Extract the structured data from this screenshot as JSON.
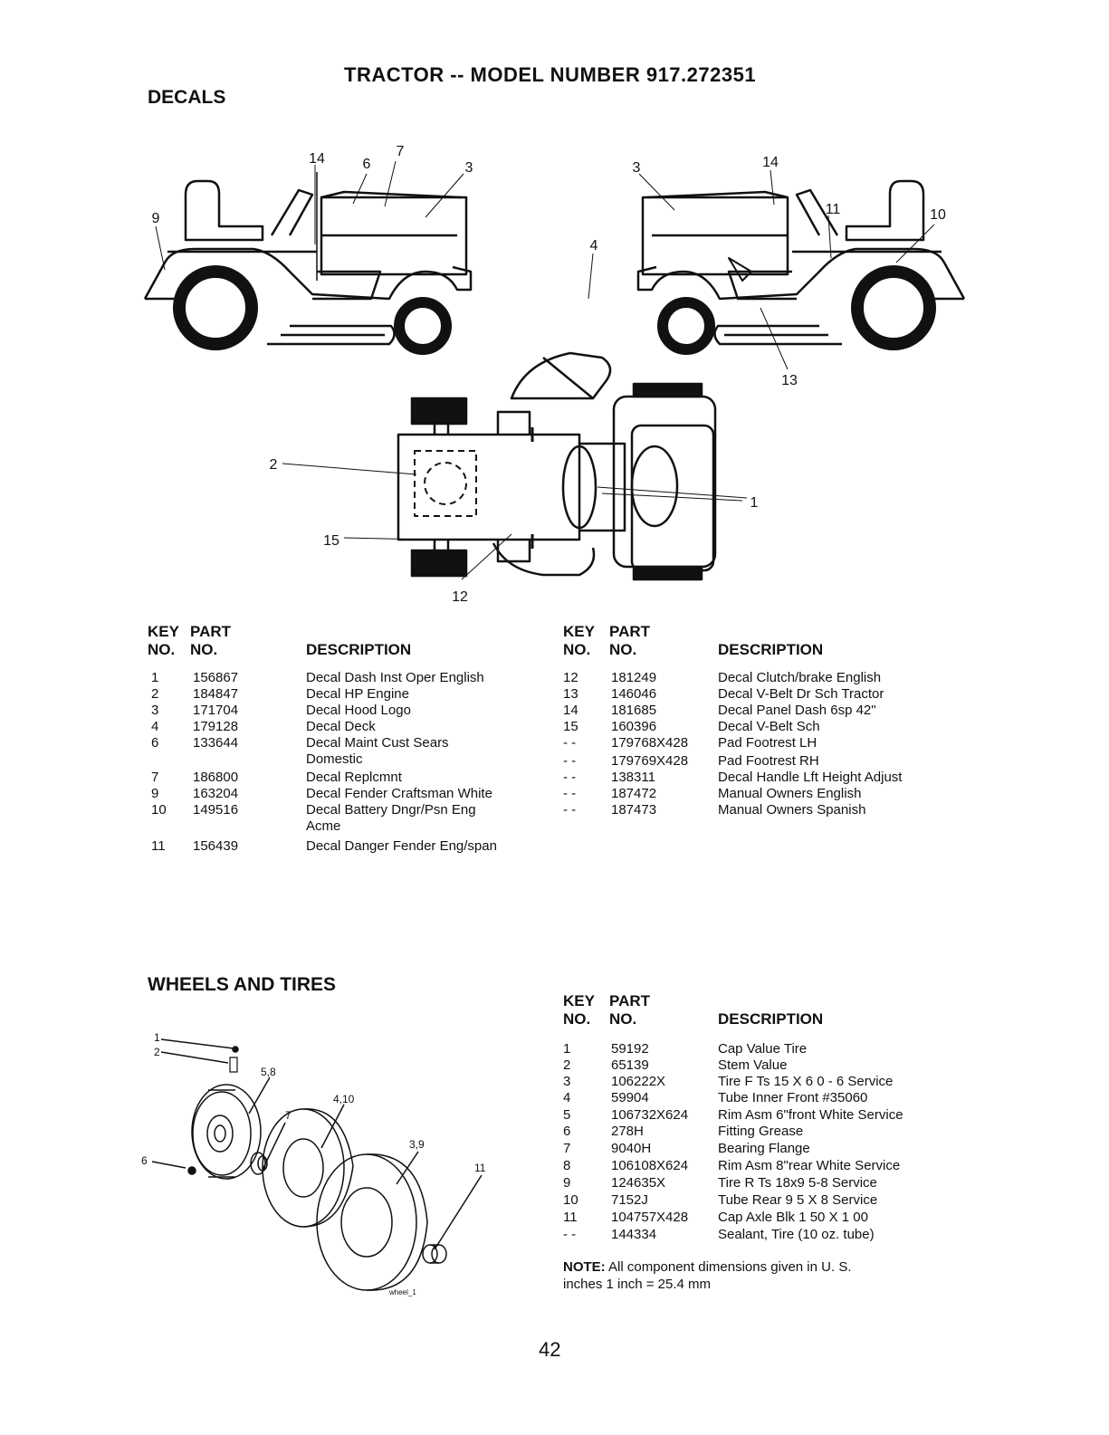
{
  "page": {
    "title": "TRACTOR -- MODEL NUMBER 917.272351",
    "page_number": "42"
  },
  "decals": {
    "section_title": "DECALS",
    "callouts": [
      "14",
      "6",
      "7",
      "3",
      "9",
      "3",
      "14",
      "11",
      "10",
      "4",
      "13",
      "2",
      "1",
      "15",
      "12"
    ],
    "headers": {
      "key": "KEY",
      "no": "NO.",
      "part": "PART",
      "part_no": "NO.",
      "description": "DESCRIPTION"
    },
    "left_rows": [
      {
        "key": "1",
        "part": "156867",
        "desc": "Decal Dash Inst Oper English"
      },
      {
        "key": "2",
        "part": "184847",
        "desc": "Decal HP Engine"
      },
      {
        "key": "3",
        "part": "171704",
        "desc": "Decal Hood Logo"
      },
      {
        "key": "4",
        "part": "179128",
        "desc": "Decal Deck"
      },
      {
        "key": "6",
        "part": "133644",
        "desc": "Decal Maint Cust Sears",
        "desc2": "Domestic"
      },
      {
        "key": "7",
        "part": "186800",
        "desc": "Decal Replcmnt"
      },
      {
        "key": "9",
        "part": "163204",
        "desc": "Decal Fender Craftsman White"
      },
      {
        "key": "10",
        "part": "149516",
        "desc": "Decal Battery Dngr/Psn Eng",
        "desc2": "Acme"
      },
      {
        "key": "11",
        "part": "156439",
        "desc": "Decal Danger Fender Eng/span"
      }
    ],
    "right_rows": [
      {
        "key": "12",
        "part": "181249",
        "desc": "Decal Clutch/brake English"
      },
      {
        "key": "13",
        "part": "146046",
        "desc": "Decal V-Belt Dr Sch Tractor"
      },
      {
        "key": "14",
        "part": "181685",
        "desc": "Decal Panel Dash 6sp 42\""
      },
      {
        "key": "15",
        "part": "160396",
        "desc": "Decal V-Belt Sch"
      },
      {
        "key": "- -",
        "part": "179768X428",
        "desc": "Pad Footrest LH"
      },
      {
        "key": "- -",
        "part": "179769X428",
        "desc": "Pad Footrest RH"
      },
      {
        "key": "- -",
        "part": "138311",
        "desc": "Decal Handle Lft Height Adjust"
      },
      {
        "key": "- -",
        "part": "187472",
        "desc": "Manual Owners English"
      },
      {
        "key": "- -",
        "part": "187473",
        "desc": "Manual Owners Spanish"
      }
    ]
  },
  "wheels": {
    "section_title": "WHEELS AND TIRES",
    "callouts": [
      "1",
      "2",
      "5,8",
      "4,10",
      "7",
      "3,9",
      "11",
      "6"
    ],
    "figure_id": "wheel_1",
    "headers": {
      "key": "KEY",
      "no": "NO.",
      "part": "PART",
      "part_no": "NO.",
      "description": "DESCRIPTION"
    },
    "rows": [
      {
        "key": "1",
        "part": "59192",
        "desc": "Cap Value Tire"
      },
      {
        "key": "2",
        "part": "65139",
        "desc": "Stem Value"
      },
      {
        "key": "3",
        "part": "106222X",
        "desc": "Tire F Ts 15 X 6 0 - 6 Service"
      },
      {
        "key": "4",
        "part": "59904",
        "desc": "Tube Inner Front #35060"
      },
      {
        "key": "5",
        "part": "106732X624",
        "desc": "Rim Asm 6\"front White Service"
      },
      {
        "key": "6",
        "part": "278H",
        "desc": "Fitting Grease"
      },
      {
        "key": "7",
        "part": "9040H",
        "desc": "Bearing Flange"
      },
      {
        "key": "8",
        "part": "106108X624",
        "desc": "Rim Asm 8\"rear White Service"
      },
      {
        "key": "9",
        "part": "124635X",
        "desc": "Tire R Ts 18x9 5-8 Service"
      },
      {
        "key": "10",
        "part": "7152J",
        "desc": "Tube Rear 9 5 X 8 Service"
      },
      {
        "key": "11",
        "part": "104757X428",
        "desc": "Cap Axle Blk 1 50 X 1 00"
      },
      {
        "key": "- -",
        "part": "144334",
        "desc": "Sealant, Tire (10 oz. tube)"
      }
    ],
    "note_label": "NOTE:",
    "note_text": "All component dimensions given in U. S.",
    "note_text2": "inches 1 inch = 25.4 mm"
  }
}
